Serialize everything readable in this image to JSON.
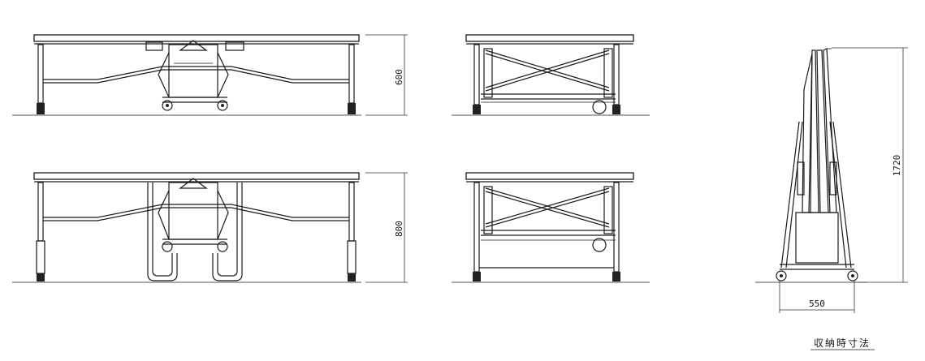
{
  "dimensions": {
    "height_low": "600",
    "height_high": "800",
    "storage_height": "1720",
    "storage_depth": "550"
  },
  "caption": "収納時寸法"
}
